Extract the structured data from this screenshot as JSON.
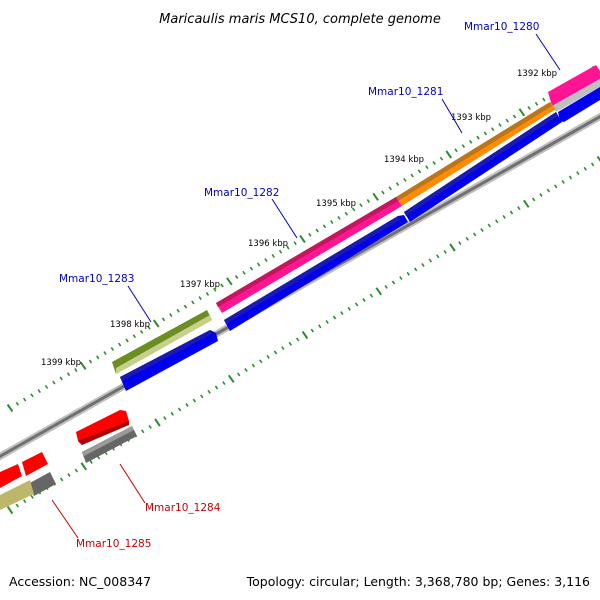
{
  "title": "Maricaulis maris MCS10, complete genome",
  "footer": {
    "accession": "Accession: NC_008347",
    "topology": "Topology: circular; Length: 3,368,780 bp; Genes: 3,116"
  },
  "ticks": [
    "1392 kbp",
    "1393 kbp",
    "1394 kbp",
    "1395 kbp",
    "1396 kbp",
    "1397 kbp",
    "1398 kbp",
    "1399 kbp"
  ],
  "genes": [
    {
      "name": "Mmar10_1280",
      "color": "#0000cc"
    },
    {
      "name": "Mmar10_1281",
      "color": "#0000cc"
    },
    {
      "name": "Mmar10_1282",
      "color": "#0000cc"
    },
    {
      "name": "Mmar10_1283",
      "color": "#0000cc"
    },
    {
      "name": "Mmar10_1284",
      "color": "#cc0000"
    },
    {
      "name": "Mmar10_1285",
      "color": "#cc0000"
    }
  ],
  "colors": {
    "tick": "#2e8b2e",
    "forward_cds": "#0000ee",
    "reverse_cds": "#ff0000",
    "backbone": "#808080",
    "gene_1280": "#ff1493",
    "gene_1281": "#ff8c00",
    "gene_1282": "#ff1493",
    "gene_1283": "#6b8e23",
    "gene_1284": "#ff0000",
    "gene_1285": "#bdb76b"
  }
}
